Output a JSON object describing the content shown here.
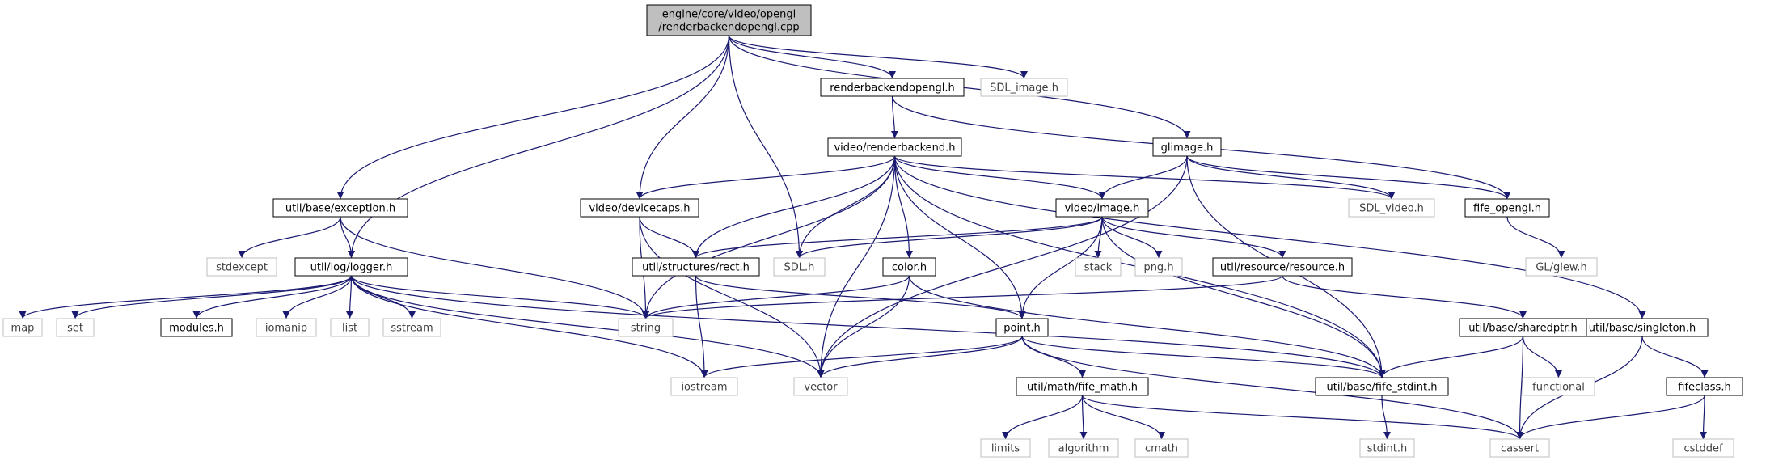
{
  "colors": {
    "root_fill": "#bfbfbf",
    "internal_border": "#000000",
    "external_border": "#bfbfbf",
    "edge": "#191970",
    "background": "#ffffff"
  },
  "nodes": [
    {
      "id": "root",
      "lines": [
        "engine/core/video/opengl",
        "/renderbackendopengl.cpp"
      ],
      "kind": "root"
    },
    {
      "id": "renderbackendopengl_h",
      "lines": [
        "renderbackendopengl.h"
      ],
      "kind": "internal"
    },
    {
      "id": "sdl_image_h",
      "lines": [
        "SDL_image.h"
      ],
      "kind": "external"
    },
    {
      "id": "video_renderbackend_h",
      "lines": [
        "video/renderbackend.h"
      ],
      "kind": "internal"
    },
    {
      "id": "glimage_h",
      "lines": [
        "glimage.h"
      ],
      "kind": "internal"
    },
    {
      "id": "util_base_exception_h",
      "lines": [
        "util/base/exception.h"
      ],
      "kind": "internal"
    },
    {
      "id": "video_devicecaps_h",
      "lines": [
        "video/devicecaps.h"
      ],
      "kind": "internal"
    },
    {
      "id": "video_image_h",
      "lines": [
        "video/image.h"
      ],
      "kind": "internal"
    },
    {
      "id": "sdl_video_h",
      "lines": [
        "SDL_video.h"
      ],
      "kind": "external"
    },
    {
      "id": "fife_opengl_h",
      "lines": [
        "fife_opengl.h"
      ],
      "kind": "internal"
    },
    {
      "id": "stdexcept",
      "lines": [
        "stdexcept"
      ],
      "kind": "external"
    },
    {
      "id": "util_log_logger_h",
      "lines": [
        "util/log/logger.h"
      ],
      "kind": "internal"
    },
    {
      "id": "util_structures_rect_h",
      "lines": [
        "util/structures/rect.h"
      ],
      "kind": "internal"
    },
    {
      "id": "sdl_h",
      "lines": [
        "SDL.h"
      ],
      "kind": "external"
    },
    {
      "id": "color_h",
      "lines": [
        "color.h"
      ],
      "kind": "internal"
    },
    {
      "id": "stack",
      "lines": [
        "stack"
      ],
      "kind": "external"
    },
    {
      "id": "png_h",
      "lines": [
        "png.h"
      ],
      "kind": "external"
    },
    {
      "id": "util_resource_resource_h",
      "lines": [
        "util/resource/resource.h"
      ],
      "kind": "internal"
    },
    {
      "id": "gl_glew_h",
      "lines": [
        "GL/glew.h"
      ],
      "kind": "external"
    },
    {
      "id": "util_base_singleton_h",
      "lines": [
        "util/base/singleton.h"
      ],
      "kind": "internal"
    },
    {
      "id": "util_base_sharedptr_h",
      "lines": [
        "util/base/sharedptr.h"
      ],
      "kind": "internal"
    },
    {
      "id": "map",
      "lines": [
        "map"
      ],
      "kind": "external"
    },
    {
      "id": "set",
      "lines": [
        "set"
      ],
      "kind": "external"
    },
    {
      "id": "modules_h",
      "lines": [
        "modules.h"
      ],
      "kind": "internal"
    },
    {
      "id": "iomanip",
      "lines": [
        "iomanip"
      ],
      "kind": "external"
    },
    {
      "id": "list",
      "lines": [
        "list"
      ],
      "kind": "external"
    },
    {
      "id": "sstream",
      "lines": [
        "sstream"
      ],
      "kind": "external"
    },
    {
      "id": "string",
      "lines": [
        "string"
      ],
      "kind": "external"
    },
    {
      "id": "point_h",
      "lines": [
        "point.h"
      ],
      "kind": "internal"
    },
    {
      "id": "iostream",
      "lines": [
        "iostream"
      ],
      "kind": "external"
    },
    {
      "id": "vector",
      "lines": [
        "vector"
      ],
      "kind": "external"
    },
    {
      "id": "util_math_fife_math_h",
      "lines": [
        "util/math/fife_math.h"
      ],
      "kind": "internal"
    },
    {
      "id": "util_base_fife_stdint_h",
      "lines": [
        "util/base/fife_stdint.h"
      ],
      "kind": "internal"
    },
    {
      "id": "functional",
      "lines": [
        "functional"
      ],
      "kind": "external"
    },
    {
      "id": "fifeclass_h",
      "lines": [
        "fifeclass.h"
      ],
      "kind": "internal"
    },
    {
      "id": "limits",
      "lines": [
        "limits"
      ],
      "kind": "external"
    },
    {
      "id": "algorithm",
      "lines": [
        "algorithm"
      ],
      "kind": "external"
    },
    {
      "id": "cmath",
      "lines": [
        "cmath"
      ],
      "kind": "external"
    },
    {
      "id": "stdint_h",
      "lines": [
        "stdint.h"
      ],
      "kind": "external"
    },
    {
      "id": "cassert",
      "lines": [
        "cassert"
      ],
      "kind": "external"
    },
    {
      "id": "cstddef",
      "lines": [
        "cstddef"
      ],
      "kind": "external"
    }
  ],
  "edges": [
    [
      "root",
      "renderbackendopengl_h"
    ],
    [
      "root",
      "sdl_image_h"
    ],
    [
      "root",
      "glimage_h"
    ],
    [
      "root",
      "util_base_exception_h"
    ],
    [
      "root",
      "util_log_logger_h"
    ],
    [
      "root",
      "video_devicecaps_h"
    ],
    [
      "root",
      "sdl_h"
    ],
    [
      "renderbackendopengl_h",
      "video_renderbackend_h"
    ],
    [
      "renderbackendopengl_h",
      "fife_opengl_h"
    ],
    [
      "video_renderbackend_h",
      "video_devicecaps_h"
    ],
    [
      "video_renderbackend_h",
      "util_structures_rect_h"
    ],
    [
      "video_renderbackend_h",
      "sdl_h"
    ],
    [
      "video_renderbackend_h",
      "color_h"
    ],
    [
      "video_renderbackend_h",
      "video_image_h"
    ],
    [
      "video_renderbackend_h",
      "sdl_video_h"
    ],
    [
      "video_renderbackend_h",
      "point_h"
    ],
    [
      "video_renderbackend_h",
      "string"
    ],
    [
      "video_renderbackend_h",
      "vector"
    ],
    [
      "video_renderbackend_h",
      "util_base_singleton_h"
    ],
    [
      "video_renderbackend_h",
      "util_base_fife_stdint_h"
    ],
    [
      "glimage_h",
      "video_image_h"
    ],
    [
      "glimage_h",
      "sdl_video_h"
    ],
    [
      "glimage_h",
      "fife_opengl_h"
    ],
    [
      "glimage_h",
      "vector"
    ],
    [
      "glimage_h",
      "util_base_fife_stdint_h"
    ],
    [
      "util_base_exception_h",
      "stdexcept"
    ],
    [
      "util_base_exception_h",
      "util_log_logger_h"
    ],
    [
      "util_base_exception_h",
      "string"
    ],
    [
      "video_devicecaps_h",
      "util_structures_rect_h"
    ],
    [
      "video_devicecaps_h",
      "string"
    ],
    [
      "video_devicecaps_h",
      "vector"
    ],
    [
      "video_image_h",
      "util_structures_rect_h"
    ],
    [
      "video_image_h",
      "sdl_h"
    ],
    [
      "video_image_h",
      "stack"
    ],
    [
      "video_image_h",
      "png_h"
    ],
    [
      "video_image_h",
      "util_resource_resource_h"
    ],
    [
      "video_image_h",
      "point_h"
    ],
    [
      "video_image_h",
      "util_base_fife_stdint_h"
    ],
    [
      "fife_opengl_h",
      "gl_glew_h"
    ],
    [
      "util_log_logger_h",
      "map"
    ],
    [
      "util_log_logger_h",
      "set"
    ],
    [
      "util_log_logger_h",
      "modules_h"
    ],
    [
      "util_log_logger_h",
      "iomanip"
    ],
    [
      "util_log_logger_h",
      "list"
    ],
    [
      "util_log_logger_h",
      "sstream"
    ],
    [
      "util_log_logger_h",
      "string"
    ],
    [
      "util_log_logger_h",
      "iostream"
    ],
    [
      "util_log_logger_h",
      "vector"
    ],
    [
      "util_log_logger_h",
      "util_base_fife_stdint_h"
    ],
    [
      "util_structures_rect_h",
      "point_h"
    ],
    [
      "util_structures_rect_h",
      "iostream"
    ],
    [
      "color_h",
      "string"
    ],
    [
      "color_h",
      "vector"
    ],
    [
      "color_h",
      "util_base_fife_stdint_h"
    ],
    [
      "util_resource_resource_h",
      "string"
    ],
    [
      "util_resource_resource_h",
      "util_base_sharedptr_h"
    ],
    [
      "util_base_singleton_h",
      "cassert"
    ],
    [
      "util_base_singleton_h",
      "fifeclass_h"
    ],
    [
      "util_base_sharedptr_h",
      "util_base_fife_stdint_h"
    ],
    [
      "util_base_sharedptr_h",
      "functional"
    ],
    [
      "util_base_sharedptr_h",
      "cassert"
    ],
    [
      "point_h",
      "iostream"
    ],
    [
      "point_h",
      "vector"
    ],
    [
      "point_h",
      "util_math_fife_math_h"
    ],
    [
      "point_h",
      "util_base_fife_stdint_h"
    ],
    [
      "point_h",
      "cassert"
    ],
    [
      "util_math_fife_math_h",
      "limits"
    ],
    [
      "util_math_fife_math_h",
      "algorithm"
    ],
    [
      "util_math_fife_math_h",
      "cmath"
    ],
    [
      "util_math_fife_math_h",
      "cassert"
    ],
    [
      "util_base_fife_stdint_h",
      "stdint_h"
    ],
    [
      "fifeclass_h",
      "cassert"
    ],
    [
      "fifeclass_h",
      "cstddef"
    ]
  ]
}
